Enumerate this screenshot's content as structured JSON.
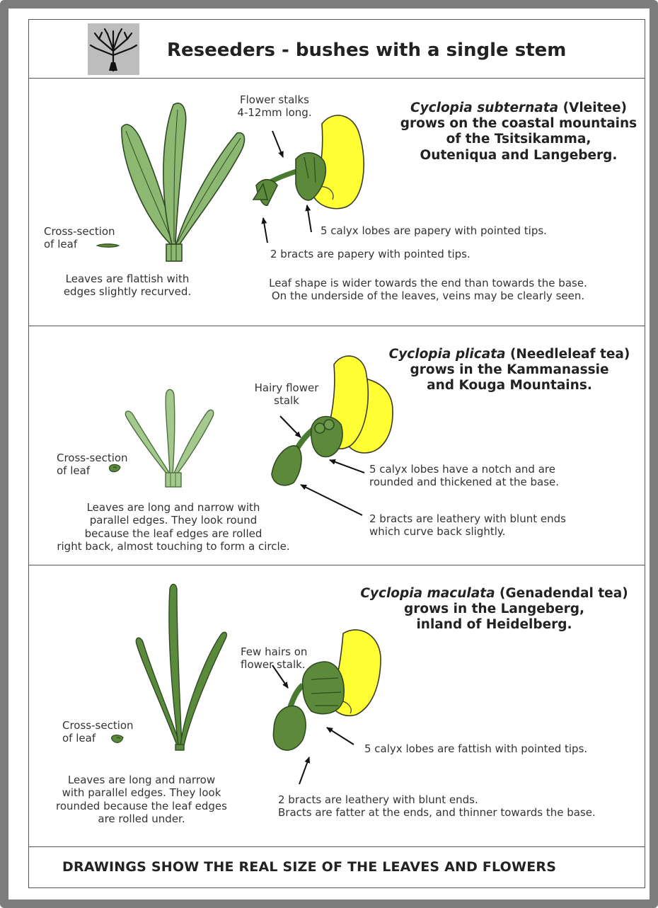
{
  "header": {
    "title": "Reseeders - bushes with a single stem",
    "icon": "bush-icon"
  },
  "sections": [
    {
      "species_italic": "Cyclopia subternata",
      "species_common": " (Vleitee)",
      "range_lines": [
        "grows on the coastal mountains",
        "of the Tsitsikamma,",
        "Outeniqua and Langeberg."
      ],
      "stalk_label": [
        "Flower stalks",
        "4-12mm long."
      ],
      "cross_section": [
        "Cross-section",
        "of leaf"
      ],
      "leaf_desc": [
        "Leaves are flattish with",
        "edges slightly recurved."
      ],
      "calyx_note": "5 calyx lobes are papery with pointed tips.",
      "bract_note": "2 bracts are papery with pointed  tips.",
      "shape_notes": [
        "Leaf shape is wider towards the end than towards the base.",
        "On the underside of the leaves, veins may be clearly seen."
      ]
    },
    {
      "species_italic": "Cyclopia plicata",
      "species_common": " (Needleleaf tea)",
      "range_lines": [
        "grows in the Kammanassie",
        "and Kouga Mountains."
      ],
      "stalk_label": [
        "Hairy flower",
        "stalk"
      ],
      "cross_section": [
        "Cross-section",
        "of leaf"
      ],
      "leaf_desc": [
        "Leaves are long and narrow with",
        "parallel edges.  They look round",
        "because the leaf edges are rolled",
        "right back, almost touching to form a circle."
      ],
      "calyx_note": [
        "5 calyx lobes have a notch and are",
        "rounded and thickened at the base."
      ],
      "bract_note": [
        "2 bracts are leathery with blunt ends",
        "which curve back slightly."
      ]
    },
    {
      "species_italic": "Cyclopia maculata",
      "species_common": " (Genadendal tea)",
      "range_lines": [
        "grows in the Langeberg,",
        "inland of Heidelberg."
      ],
      "stalk_label": [
        "Few hairs on",
        "flower stalk."
      ],
      "cross_section": [
        "Cross-section",
        "of leaf"
      ],
      "leaf_desc": [
        "Leaves are long and narrow",
        "with parallel edges. They look",
        "rounded because the leaf edges",
        "are rolled under."
      ],
      "calyx_note": "5 calyx lobes are fattish with pointed tips.",
      "bract_note": [
        "2 bracts are leathery with blunt ends.",
        "Bracts are fatter at the ends, and thinner towards the base."
      ]
    }
  ],
  "footer": {
    "text": "DRAWINGS SHOW THE REAL SIZE OF THE LEAVES AND FLOWERS"
  },
  "colors": {
    "frame": "#7c7c7c",
    "leaf_dark": "#5a8a3c",
    "leaf_mid": "#8cb872",
    "leaf_light": "#a5c98d",
    "flower_yellow": "#ffff33",
    "calyx_green": "#5d8a3a",
    "outline": "#2f4a22"
  }
}
